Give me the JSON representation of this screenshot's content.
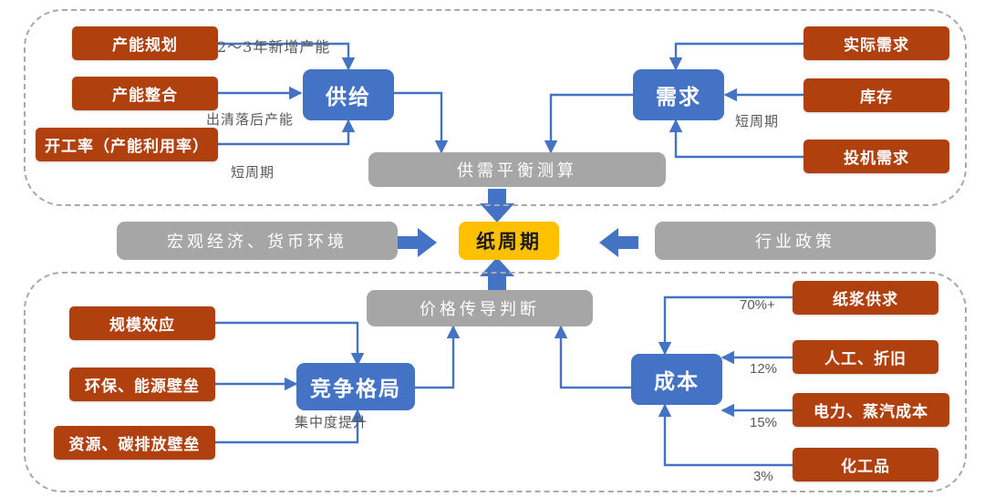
{
  "diagram": {
    "title": "纸周期",
    "colors": {
      "source_box": "#b1400f",
      "hub_node": "#4472c4",
      "neutral_box": "#a6a6a6",
      "center_node": "#ffc000",
      "connector": "#4472c4",
      "frame": "#a9a9a9"
    }
  },
  "supply_demand_group": {
    "supply": {
      "label": "供给",
      "inputs": [
        {
          "label": "产能规划",
          "caption": "2～3年新增产能"
        },
        {
          "label": "产能整合",
          "caption": "出清落后产能"
        },
        {
          "label": "开工率（产能利用率）",
          "caption": "短周期"
        }
      ]
    },
    "demand": {
      "label": "需求",
      "caption": "短周期",
      "inputs": [
        {
          "label": "实际需求"
        },
        {
          "label": "库存"
        },
        {
          "label": "投机需求"
        }
      ]
    },
    "balance_box": "供需平衡测算"
  },
  "center_row": {
    "left_factor": "宏观经济、货币环境",
    "center": "纸周期",
    "right_factor": "行业政策"
  },
  "cost_structure_group": {
    "competition": {
      "label": "竞争格局",
      "caption": "集中度提升",
      "inputs": [
        {
          "label": "规模效应"
        },
        {
          "label": "环保、能源壁垒"
        },
        {
          "label": "资源、碳排放壁垒"
        }
      ]
    },
    "cost": {
      "label": "成本",
      "inputs": [
        {
          "label": "纸浆供求",
          "share": "70%+"
        },
        {
          "label": "人工、折旧",
          "share": "12%"
        },
        {
          "label": "电力、蒸汽成本",
          "share": "15%"
        },
        {
          "label": "化工品",
          "share": "3%"
        }
      ]
    },
    "transmission_box": "价格传导判断"
  }
}
